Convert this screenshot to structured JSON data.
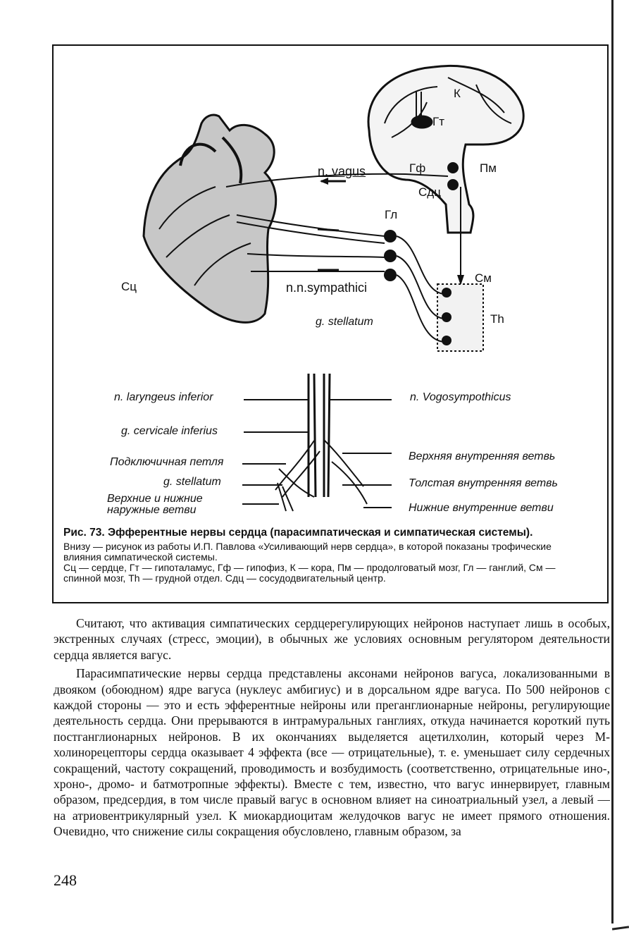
{
  "figure": {
    "labels": {
      "k": "К",
      "gt": "Гт",
      "gf": "Гф",
      "pm": "Пм",
      "sdts": "Сдц",
      "n_vagus": "n. vagus",
      "gl": "Гл",
      "sm": "См",
      "th": "Th",
      "sts": "Сц",
      "nn_sympathici": "n.n.sympathici",
      "g_stellatum_top": "g. stellatum"
    },
    "lower_labels": {
      "laryngeus": "n. laryngeus inferior",
      "cervicale": "g. cervicale inferius",
      "podklyuch": "Подключичная петля",
      "stellatum": "g. stellatum",
      "upper_lower_outer_1": "Верхние и нижние",
      "upper_lower_outer_2": "наружные ветви",
      "vagosympathicus": "n. Vogosympothicus",
      "upper_inner": "Верхняя внутренняя ветвь",
      "thick_inner": "Толстая внутренняя ветвь",
      "lower_inner": "Нижние внутренние ветви"
    },
    "caption_title": "Рис. 73. Эфферентные нервы сердца (парасимпатическая и симпатическая системы).",
    "caption_line1": "Внизу — рисунок из работы И.П. Павлова «Усиливающий нерв сердца», в которой показаны трофические влияния симпатической системы.",
    "caption_line2": "Сц — сердце, Гт — гипоталамус, Гф — гипофиз, К — кора, Пм — продолговатый мозг, Гл — ганглий, См — спинной мозг, Th — грудной отдел. Сдц — сосудодвигательный центр."
  },
  "body": {
    "paragraph1": "Считают, что активация симпатических сердцерегулирующих нейронов наступает лишь в особых, экстренных случаях (стресс, эмоции), в обычных же условиях основным регулятором деятельности сердца является вагус.",
    "paragraph2": "Парасимпатические нервы сердца представлены аксонами нейронов вагуса, локализованными в двояком (обоюдном) ядре вагуса (нуклеус амбигиус) и в дорсальном ядре вагуса. По 500 нейронов с каждой стороны — это и есть эфферентные нейроны или преганглионарные нейроны, регулирующие деятельность сердца. Они прерываются в интрамуральных ганглиях, откуда начинается короткий путь постганглионарных нейронов. В их окончаниях выделяется ацетилхолин, который через М-холинорецепторы сердца оказывает 4 эффекта (все — отрицательные), т. е. уменьшает силу сердечных сокращений, частоту сокращений, проводимость и возбудимость (соответственно, отрицательные ино-, хроно-, дромо- и батмотропные эффекты). Вместе с тем, известно, что вагус иннервирует, главным образом, предсердия, в том числе правый вагус в основном влияет на синоатриальный узел, а левый — на атриовентрикулярный узел. К миокардиоцитам желудочков вагус не имеет прямого отношения. Очевидно, что снижение силы сокращения обусловлено, главным образом, за"
  },
  "page_number": "248"
}
